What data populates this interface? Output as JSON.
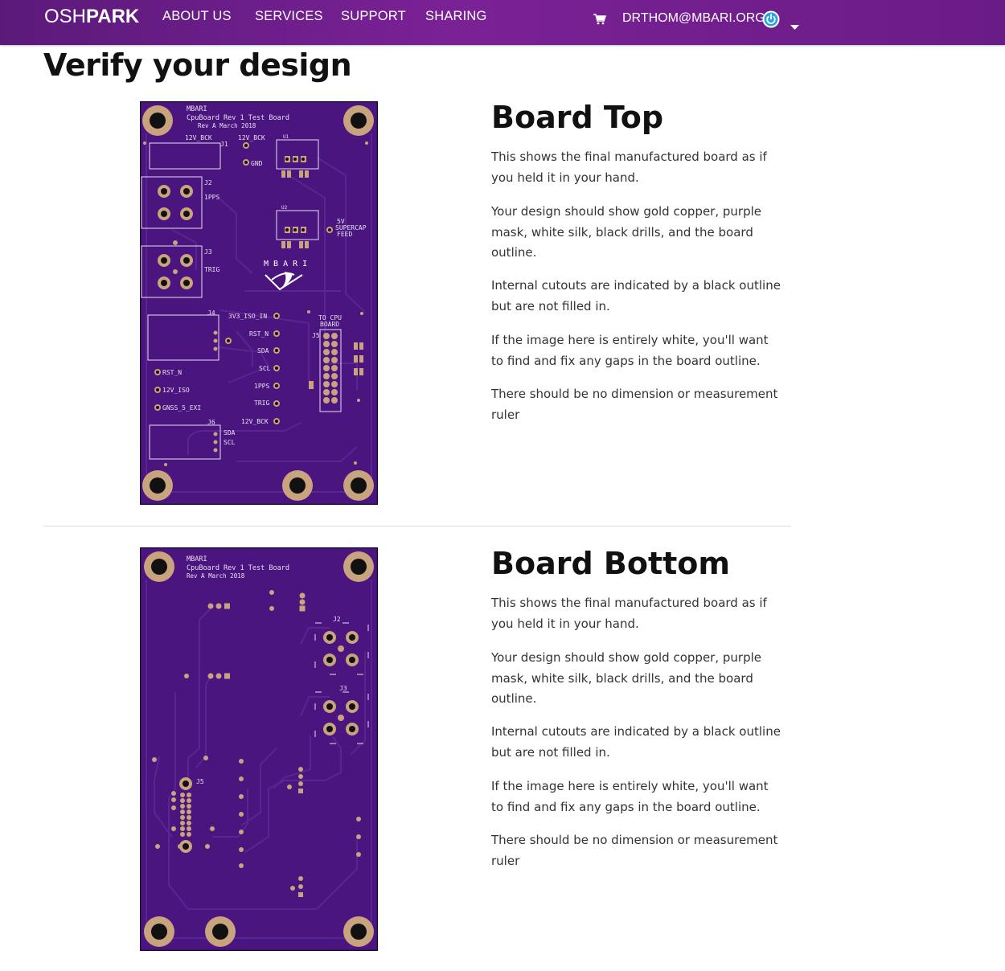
{
  "nav": {
    "logo_light": "OSH",
    "logo_bold": "PARK",
    "links": [
      "ABOUT US",
      "SERVICES",
      "SUPPORT",
      "SHARING"
    ],
    "user_email": "DRTHOM@MBARI.ORG",
    "icons": [
      "cart-icon",
      "power-icon",
      "caret-down-icon"
    ]
  },
  "page": {
    "title": "Verify your design"
  },
  "sections": [
    {
      "heading": "Board Top",
      "paragraphs": [
        "This shows the final manufactured board as if you held it in your hand.",
        "Your design should show gold copper, purple mask, white silk, black drills, and the board outline.",
        "Internal cutouts are indicated by a black outline but are not filled in.",
        "If the image here is entirely white, you'll want to find and fix any gaps in the board outline.",
        "There should be no dimension or measurement ruler"
      ]
    },
    {
      "heading": "Board Bottom",
      "paragraphs": [
        "This shows the final manufactured board as if you held it in your hand.",
        "Your design should show gold copper, purple mask, white silk, black drills, and the board outline.",
        "Internal cutouts are indicated by a black outline but are not filled in.",
        "If the image here is entirely white, you'll want to find and fix any gaps in the board outline.",
        "There should be no dimension or measurement ruler"
      ]
    }
  ],
  "board_top_silk": {
    "header": [
      "MBARI",
      "CpuBoard Rev 1 Test Board",
      "Rev A     March 2018"
    ],
    "labels": [
      "12V_BCK",
      "J1",
      "12V_BCK",
      "GND",
      "U1",
      "J2",
      "1PPS",
      "U2",
      "5V",
      "SUPERCAP",
      "FEED",
      "J3",
      "TRIG",
      "M B A R I",
      "J4",
      "3V3_ISO_IN",
      "RST_N",
      "SDA",
      "SCL",
      "1PPS",
      "TRIG",
      "12V_BCK",
      "TO CPU",
      "BOARD",
      "J5",
      "RST_N",
      "12V_ISO",
      "GNSS_5_EXI",
      "J6",
      "SDA",
      "SCL"
    ]
  },
  "board_bottom_silk": {
    "header": [
      "MBARI",
      "CpuBoard Rev 1 Test Board",
      "Rev A     March 2018"
    ],
    "labels": [
      "J2",
      "J3",
      "J5"
    ]
  },
  "colors": {
    "nav_bg": "#7a2196",
    "board_purple": "#4a157e",
    "board_trace": "#5a2494",
    "copper": "#c9a27e",
    "silk": "#ffffff",
    "drill": "#111111",
    "power_icon": "#2aa3d8"
  }
}
